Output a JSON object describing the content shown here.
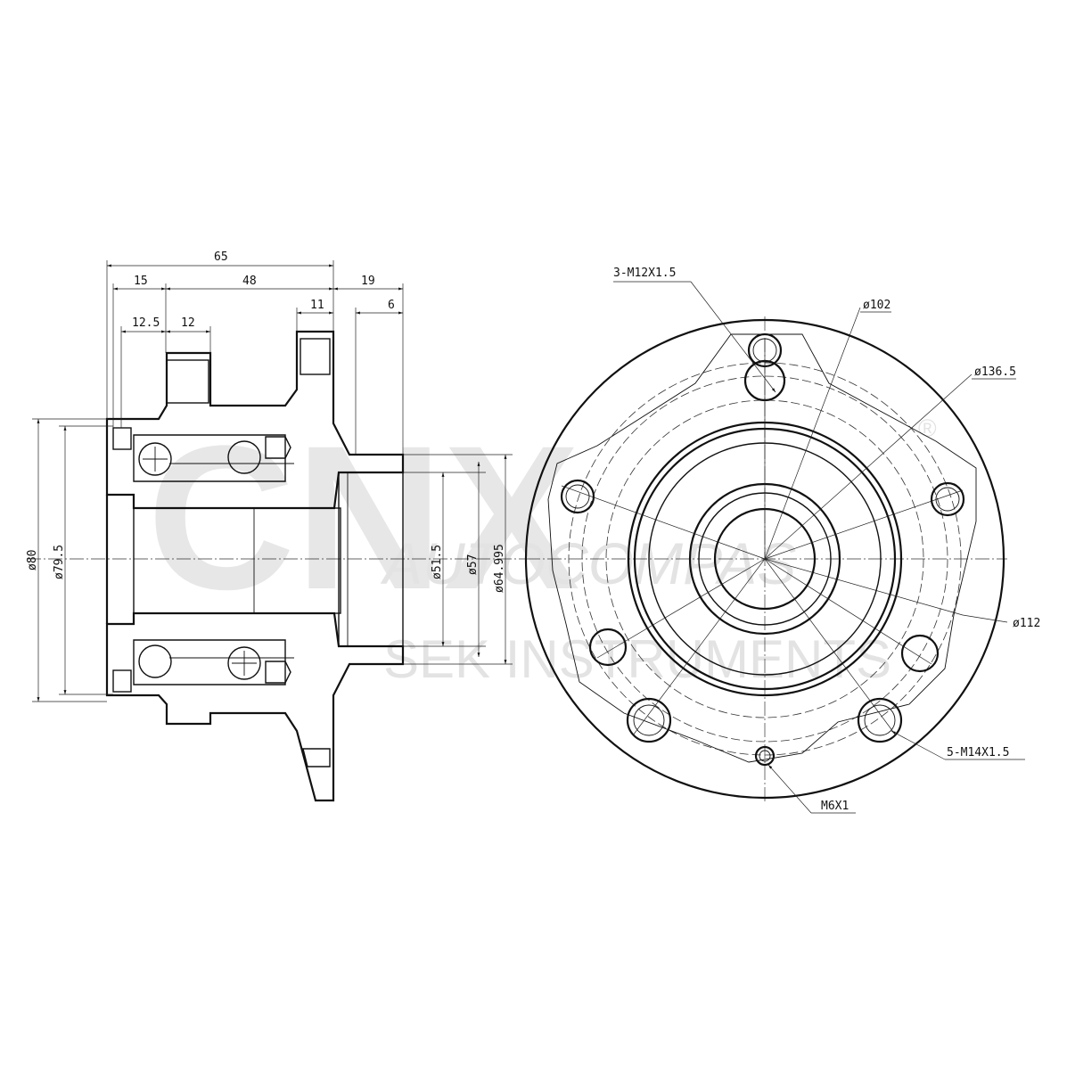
{
  "watermark": {
    "logo_letters": "CNX",
    "brand": "AUTOCOMPAS",
    "tagline": "SEK INSTRUMENTS",
    "registered": "®"
  },
  "side_view": {
    "dims_top": {
      "overall": "65",
      "a": "15",
      "b": "48",
      "c": "19",
      "d": "12.5",
      "e": "12",
      "f": "11",
      "g": "6"
    },
    "dims_vertical": {
      "d80": "ø80",
      "d79_5": "ø79.5",
      "d51_5": "ø51.5",
      "d57": "ø57",
      "d64_995": "ø64.995"
    }
  },
  "front_view": {
    "labels": {
      "m12": "3-M12X1.5",
      "d102": "ø102",
      "d136_5": "ø136.5",
      "d112": "ø112",
      "m14": "5-M14X1.5",
      "m6": "M6X1"
    }
  }
}
